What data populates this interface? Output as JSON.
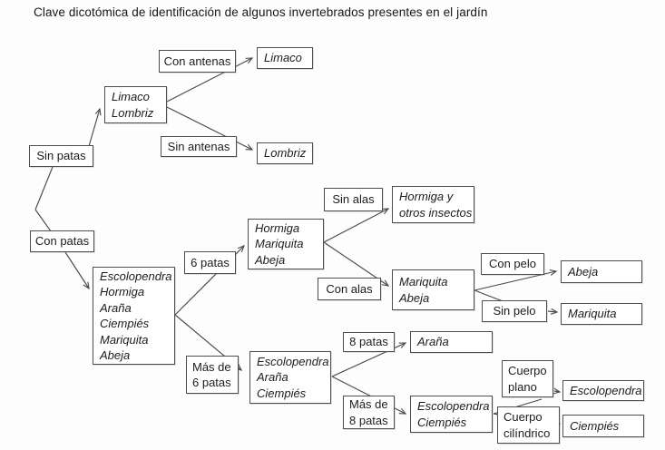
{
  "title": "Clave dicotómica de identificación de algunos invertebrados presentes en el jardín",
  "palette": {
    "ink": "#1c1c1c",
    "line": "#4a4a4a",
    "box_border": "#4e4e4e",
    "box_bg": "#ffffff",
    "page_bg": "#fdfdfd"
  },
  "nodes": [
    {
      "id": "sin-patas",
      "type": "condition",
      "label": "Sin patas"
    },
    {
      "id": "con-patas",
      "type": "condition",
      "label": "Con patas"
    },
    {
      "id": "limaco-lombriz",
      "type": "group",
      "label": "Limaco\nLombriz"
    },
    {
      "id": "con-antenas",
      "type": "condition",
      "label": "Con antenas"
    },
    {
      "id": "limaco",
      "type": "result",
      "label": "Limaco"
    },
    {
      "id": "sin-antenas",
      "type": "condition",
      "label": "Sin antenas"
    },
    {
      "id": "lombriz",
      "type": "result",
      "label": "Lombriz"
    },
    {
      "id": "grupo-con-patas",
      "type": "group",
      "label": "Escolopendra\nHormiga\nAraña\nCiempiés\nMariquita\nAbeja"
    },
    {
      "id": "seis-patas",
      "type": "condition",
      "label": "6 patas"
    },
    {
      "id": "hormiga-mariquita-abeja",
      "type": "group",
      "label": "Hormiga\nMariquita\nAbeja"
    },
    {
      "id": "sin-alas",
      "type": "condition",
      "label": "Sin alas"
    },
    {
      "id": "hormiga-y-otros-insectos",
      "type": "result",
      "label": "Hormiga y\notros insectos"
    },
    {
      "id": "con-alas",
      "type": "condition",
      "label": "Con alas"
    },
    {
      "id": "mariquita-abeja",
      "type": "group",
      "label": "Mariquita\nAbeja"
    },
    {
      "id": "con-pelo",
      "type": "condition",
      "label": "Con pelo"
    },
    {
      "id": "abeja",
      "type": "result",
      "label": "Abeja"
    },
    {
      "id": "sin-pelo",
      "type": "condition",
      "label": "Sin pelo"
    },
    {
      "id": "mariquita",
      "type": "result",
      "label": "Mariquita"
    },
    {
      "id": "mas-de-6-patas",
      "type": "condition",
      "label": "Más de\n6 patas"
    },
    {
      "id": "escolopendra-arana-ciempies",
      "type": "group",
      "label": "Escolopendra\nAraña\nCiempiés"
    },
    {
      "id": "ocho-patas",
      "type": "condition",
      "label": "8 patas"
    },
    {
      "id": "arana",
      "type": "result",
      "label": "Araña"
    },
    {
      "id": "mas-de-8-patas",
      "type": "condition",
      "label": "Más de\n8 patas"
    },
    {
      "id": "escolopendra-ciempies",
      "type": "group",
      "label": "Escolopendra\nCiempiés"
    },
    {
      "id": "cuerpo-plano",
      "type": "condition",
      "label": "Cuerpo\nplano"
    },
    {
      "id": "escolopendra",
      "type": "result",
      "label": "Escolopendra"
    },
    {
      "id": "cuerpo-cilindrico",
      "type": "condition",
      "label": "Cuerpo\ncilíndrico"
    },
    {
      "id": "ciempies",
      "type": "result",
      "label": "Ciempiés"
    }
  ],
  "root_fork": [
    "sin-patas",
    "con-patas"
  ],
  "edges": [
    {
      "from": "sin-patas",
      "to": "limaco-lombriz"
    },
    {
      "from": "limaco-lombriz",
      "via": "con-antenas",
      "to": "limaco"
    },
    {
      "from": "limaco-lombriz",
      "via": "sin-antenas",
      "to": "lombriz"
    },
    {
      "from": "con-patas",
      "to": "grupo-con-patas"
    },
    {
      "from": "grupo-con-patas",
      "via": "seis-patas",
      "to": "hormiga-mariquita-abeja"
    },
    {
      "from": "grupo-con-patas",
      "via": "mas-de-6-patas",
      "to": "escolopendra-arana-ciempies"
    },
    {
      "from": "hormiga-mariquita-abeja",
      "via": "sin-alas",
      "to": "hormiga-y-otros-insectos"
    },
    {
      "from": "hormiga-mariquita-abeja",
      "via": "con-alas",
      "to": "mariquita-abeja"
    },
    {
      "from": "mariquita-abeja",
      "via": "con-pelo",
      "to": "abeja"
    },
    {
      "from": "mariquita-abeja",
      "via": "sin-pelo",
      "to": "mariquita"
    },
    {
      "from": "escolopendra-arana-ciempies",
      "via": "ocho-patas",
      "to": "arana"
    },
    {
      "from": "escolopendra-arana-ciempies",
      "via": "mas-de-8-patas",
      "to": "escolopendra-ciempies"
    },
    {
      "from": "escolopendra-ciempies",
      "via": "cuerpo-plano",
      "to": "escolopendra"
    },
    {
      "from": "escolopendra-ciempies",
      "via": "cuerpo-cilindrico",
      "to": "ciempies"
    }
  ]
}
